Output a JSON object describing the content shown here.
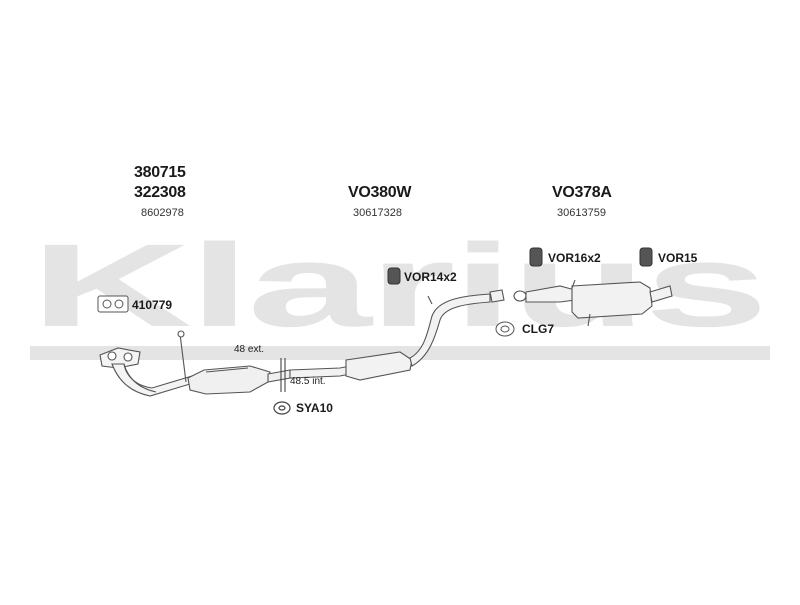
{
  "watermark": "Klarius",
  "groups": [
    {
      "main": "380715",
      "alt": "322308",
      "ref": "8602978"
    },
    {
      "main": "VO380W",
      "ref": "30617328"
    },
    {
      "main": "VO378A",
      "ref": "30613759"
    }
  ],
  "parts": {
    "gasket": "410779",
    "clamp_ring": "SYA10",
    "mount_vor14": "VOR14x2",
    "clamp_clg": "CLG7",
    "mount_vor16": "VOR16x2",
    "mount_vor15": "VOR15"
  },
  "notes": {
    "ext": "48 ext.",
    "int": "48.5 int."
  },
  "colors": {
    "watermark": "#e3e3e3",
    "line": "#555555",
    "fill": "#f2f2f2"
  }
}
